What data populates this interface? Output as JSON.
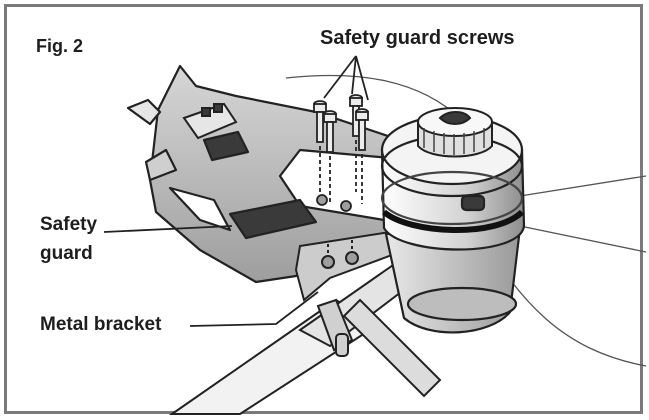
{
  "figure": {
    "fig_label": "Fig. 2",
    "callouts": {
      "safety_guard_screws": "Safety guard screws",
      "safety_guard_line1": "Safety",
      "safety_guard_line2": "guard",
      "metal_bracket": "Metal bracket"
    }
  },
  "colors": {
    "frame": "#7a7a7a",
    "line_art": "#222222",
    "shading": "#bdbdbd",
    "dark_fill": "#3a3a3a",
    "label_text": "#1e1e1e"
  }
}
